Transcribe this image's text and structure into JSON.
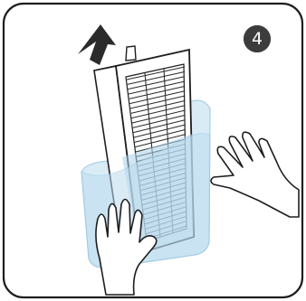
{
  "step": {
    "number": "4"
  },
  "icons": [
    "up-arrow-icon",
    "air-filter",
    "water-basin",
    "left-hand",
    "right-hand"
  ],
  "colors": {
    "outline": "#1e1e1e",
    "water": "#cfe6f3",
    "water_fill": "#a9d2ea",
    "badge": "#3c3c3c"
  }
}
